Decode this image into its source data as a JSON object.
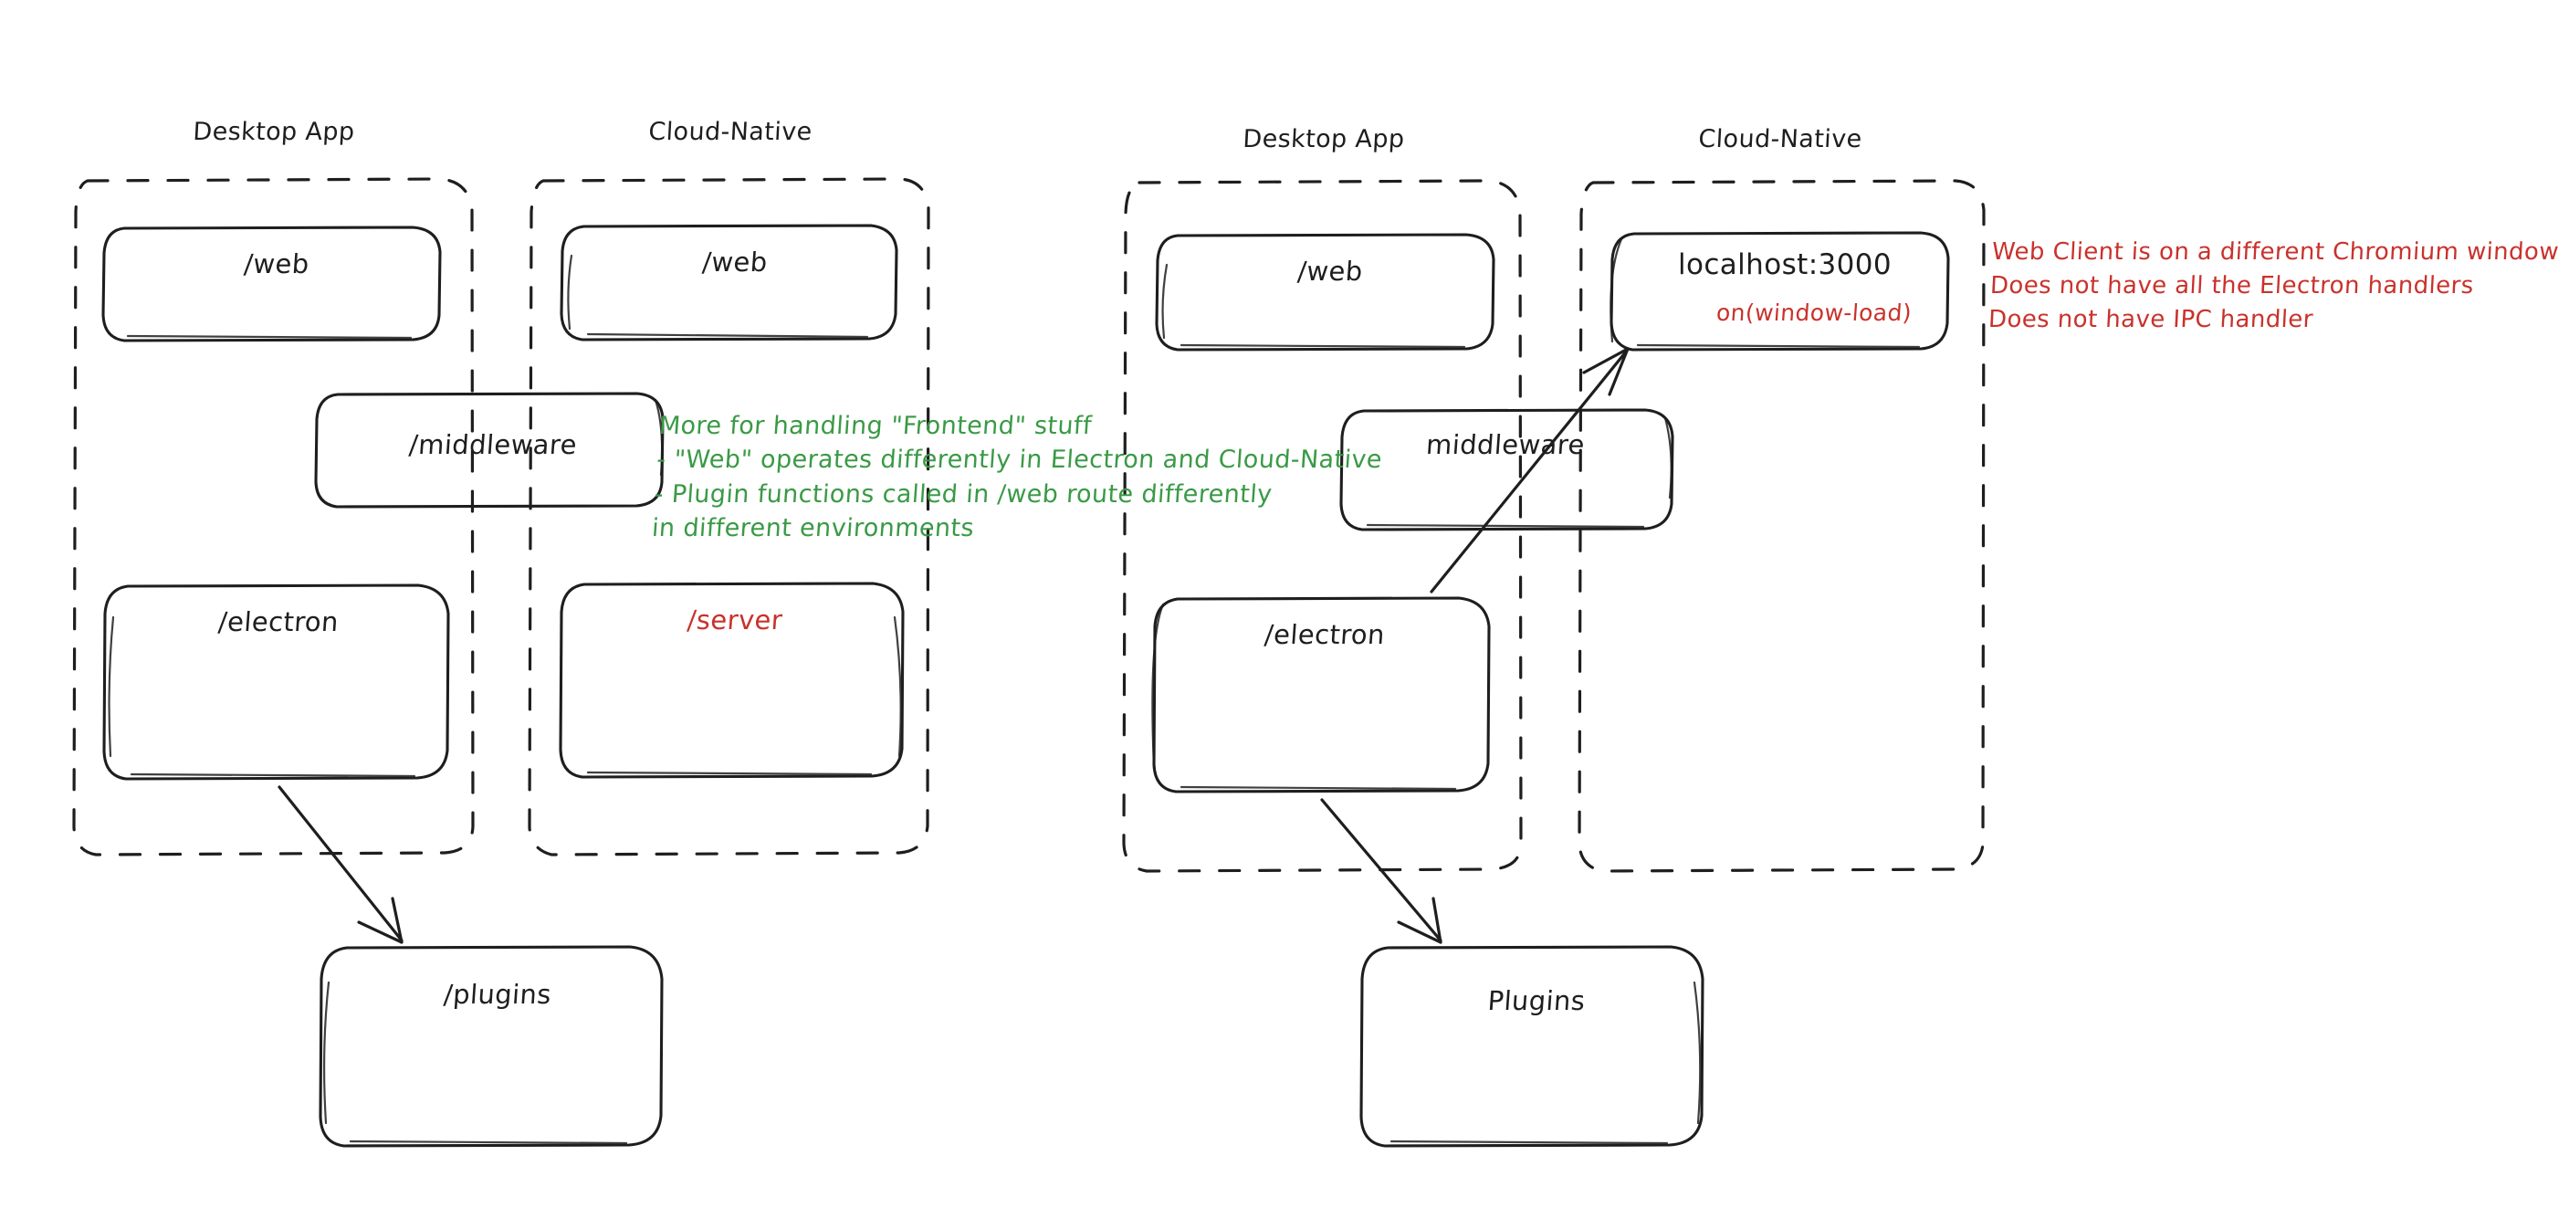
{
  "diagram": {
    "title_colors": {
      "stroke": "#1e1e1e",
      "red": "#c9322c",
      "green": "#3a9a46",
      "background": "#ffffff"
    },
    "left_cluster": {
      "groups": [
        {
          "label": "Desktop App"
        },
        {
          "label": "Cloud-Native"
        }
      ],
      "boxes": [
        {
          "label": "/web"
        },
        {
          "label": "/web"
        },
        {
          "label": "/middleware"
        },
        {
          "label": "/electron"
        },
        {
          "label": "/server"
        },
        {
          "label": "/plugins"
        }
      ],
      "note": "More for handling \"Frontend\" stuff\n- \"Web\" operates differently in Electron and Cloud-Native\n- Plugin functions called in /web route differently\nin different environments"
    },
    "right_cluster": {
      "groups": [
        {
          "label": "Desktop App"
        },
        {
          "label": "Cloud-Native"
        }
      ],
      "boxes": [
        {
          "label": "/web"
        },
        {
          "label": "localhost:3000",
          "sublabel": "on(window-load)"
        },
        {
          "label": "middleware"
        },
        {
          "label": "/electron"
        },
        {
          "label": "Plugins"
        }
      ],
      "note": "Web Client is on a different Chromium window\nDoes not have all the Electron handlers\nDoes not have IPC handler"
    }
  }
}
